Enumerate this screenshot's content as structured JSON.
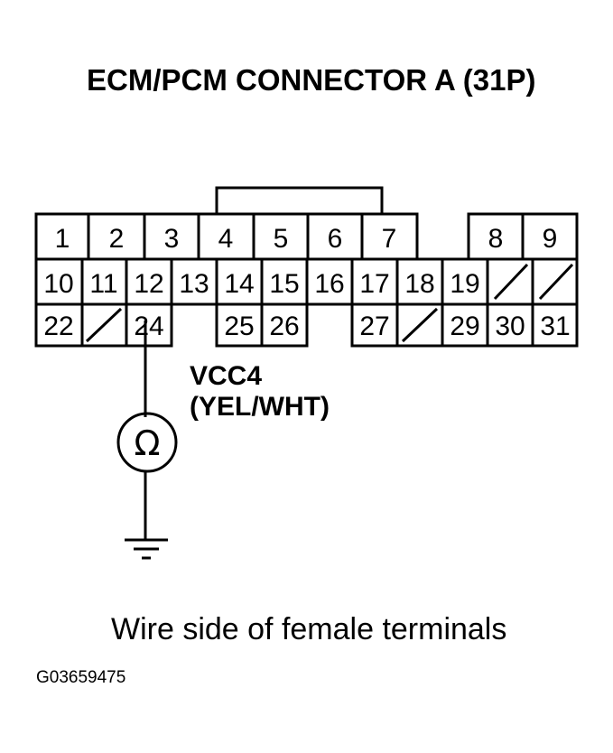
{
  "title": "ECM/PCM CONNECTOR A (31P)",
  "wire": {
    "name": "VCC4",
    "color": "(YEL/WHT)",
    "terminal": "24"
  },
  "caption": "Wire side of female terminals",
  "figure_id": "G03659475",
  "connector": {
    "row1": [
      "1",
      "2",
      "3",
      "4",
      "5",
      "6",
      "7",
      "8",
      "9"
    ],
    "row2": [
      "10",
      "11",
      "12",
      "13",
      "14",
      "15",
      "16",
      "17",
      "18",
      "19",
      "",
      ""
    ],
    "row3": [
      "22",
      "",
      "24",
      "25",
      "26",
      "27",
      "",
      "29",
      "30",
      "31"
    ]
  },
  "meter_symbol": "Ω"
}
